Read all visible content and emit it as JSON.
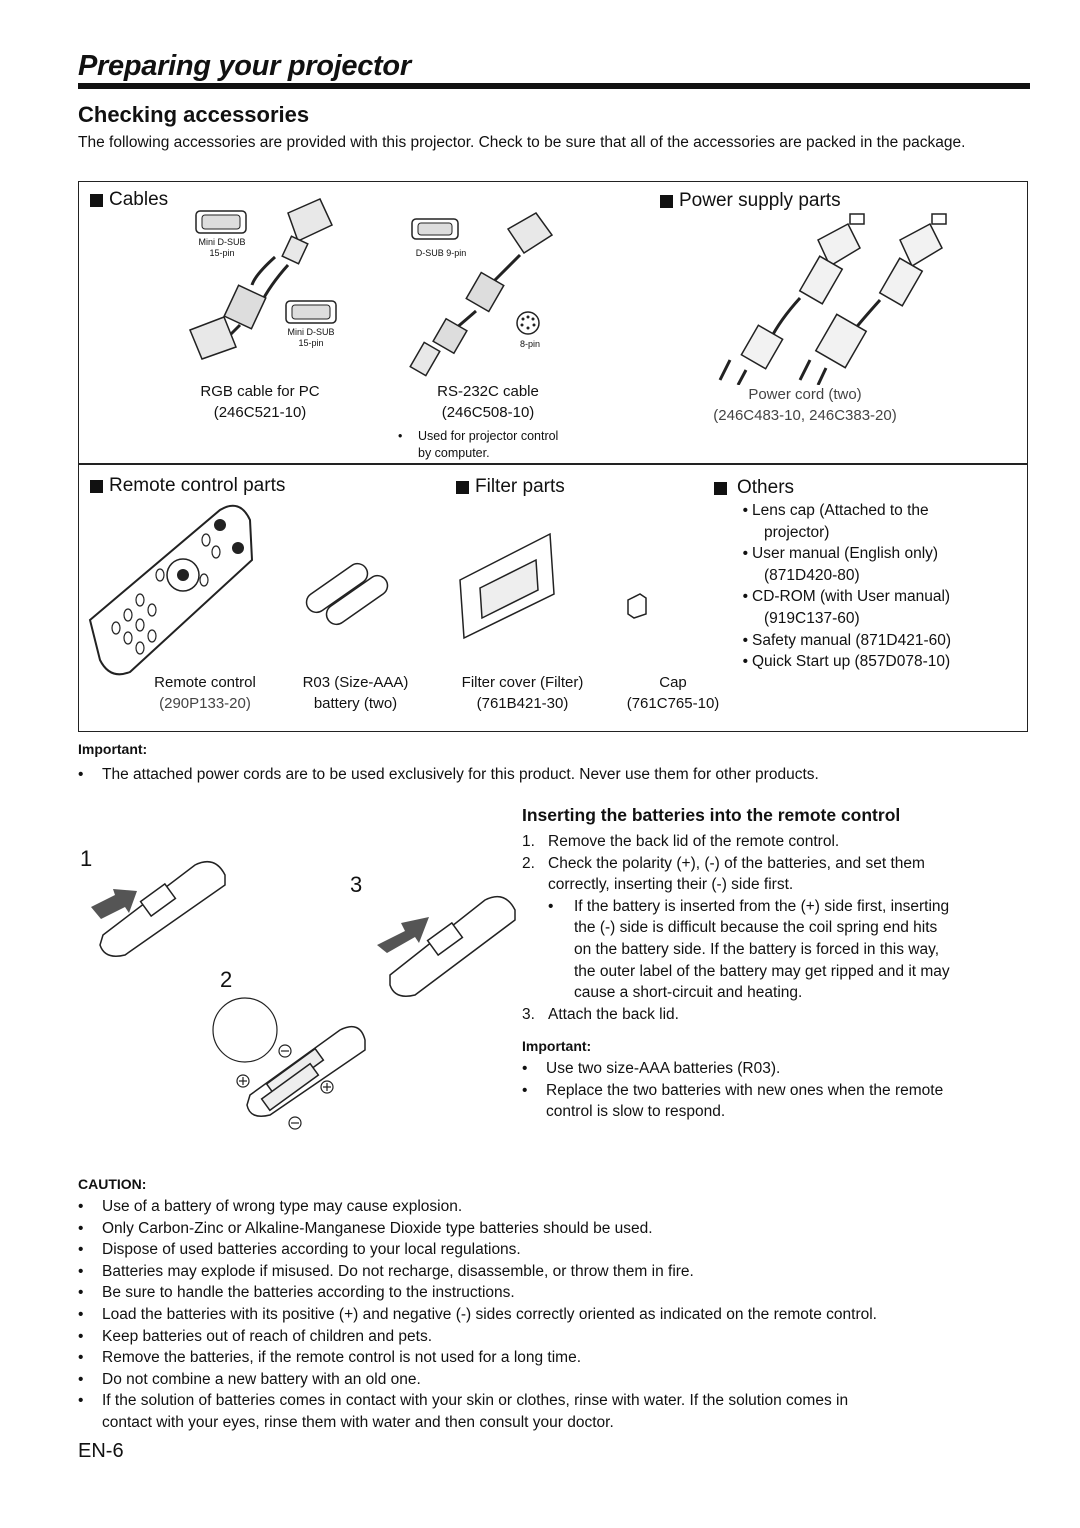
{
  "title": "Preparing your projector",
  "section_heading": "Checking accessories",
  "intro": "The following accessories are provided with this projector. Check to be sure that all of the accessories are packed in the package.",
  "cables": {
    "heading": "Cables",
    "rgb_port_top_1": "Mini D-SUB",
    "rgb_port_top_2": "15-pin",
    "rgb_port_bottom_1": "Mini D-SUB",
    "rgb_port_bottom_2": "15-pin",
    "rs232_port_top": "D-SUB 9-pin",
    "rs232_port_bottom": "8-pin",
    "rgb_name": "RGB cable for PC",
    "rgb_code": "(246C521-10)",
    "rs232_name": "RS-232C cable",
    "rs232_code": "(246C508-10)",
    "rs232_note_1": "Used for projector control",
    "rs232_note_2": "by computer."
  },
  "power": {
    "heading": "Power supply parts",
    "name": "Power cord (two)",
    "code": "(246C483-10, 246C383-20)"
  },
  "remote": {
    "heading": "Remote control parts",
    "remote_name": "Remote control",
    "remote_code": "(290P133-20)",
    "battery_name": "R03 (Size-AAA)",
    "battery_code": "battery (two)"
  },
  "filter": {
    "heading": "Filter parts",
    "filter_name": "Filter cover (Filter)",
    "filter_code": "(761B421-30)",
    "cap_name": "Cap",
    "cap_code": "(761C765-10)"
  },
  "others": {
    "heading": "Others",
    "items": [
      {
        "a": "Lens cap (Attached to the",
        "b": "projector)"
      },
      {
        "a": "User manual (English only)",
        "b": "(871D420-80)"
      },
      {
        "a": "CD-ROM (with User manual)",
        "b": "(919C137-60)"
      },
      {
        "a": "Safety manual (871D421-60)",
        "b": ""
      },
      {
        "a": "Quick Start up (857D078-10)",
        "b": ""
      }
    ]
  },
  "important1": {
    "label": "Important:",
    "text": "The attached power cords are to be used exclusively for this product. Never use them for other products."
  },
  "batteries": {
    "heading": "Inserting the batteries into the remote control",
    "step1_num": "1.",
    "step1": "Remove the back lid of the remote control.",
    "step2_num": "2.",
    "step2_a": "Check the polarity (+), (-) of the batteries, and set them",
    "step2_b": "correctly, inserting their (-) side first.",
    "sub_1": "If the battery is inserted from the (+) side first, inserting",
    "sub_2": "the (-) side is difficult because the coil spring end hits",
    "sub_3": "on the battery side. If the battery is forced in this way,",
    "sub_4": "the outer label of the battery may get ripped and it may",
    "sub_5": "cause a short-circuit and heating.",
    "step3_num": "3.",
    "step3": "Attach the back lid.",
    "important_label": "Important:",
    "imp_1": "Use two size-AAA batteries (R03).",
    "imp_2a": "Replace the two batteries with new ones when the remote",
    "imp_2b": "control is slow to respond.",
    "fig1": "1",
    "fig2": "2",
    "fig3": "3"
  },
  "caution": {
    "label": "CAUTION:",
    "items": [
      "Use of a battery of wrong type may cause explosion.",
      "Only Carbon-Zinc or Alkaline-Manganese Dioxide type batteries should be used.",
      "Dispose of used batteries according to your local regulations.",
      "Batteries may explode if misused. Do not recharge, disassemble, or throw them in fire.",
      "Be sure to handle the batteries according to the instructions.",
      "Load the batteries with its positive (+) and negative (-) sides correctly oriented as indicated on the remote control.",
      "Keep batteries out of reach of children and pets.",
      "Remove the batteries, if the remote control is not used for a long time.",
      "Do not combine a new battery with an old one."
    ],
    "last_a": "If the solution of batteries comes in contact with your skin or clothes, rinse with water. If the solution comes in",
    "last_b": "contact with your eyes, rinse them with water and then consult your doctor."
  },
  "page_number": "EN-6"
}
